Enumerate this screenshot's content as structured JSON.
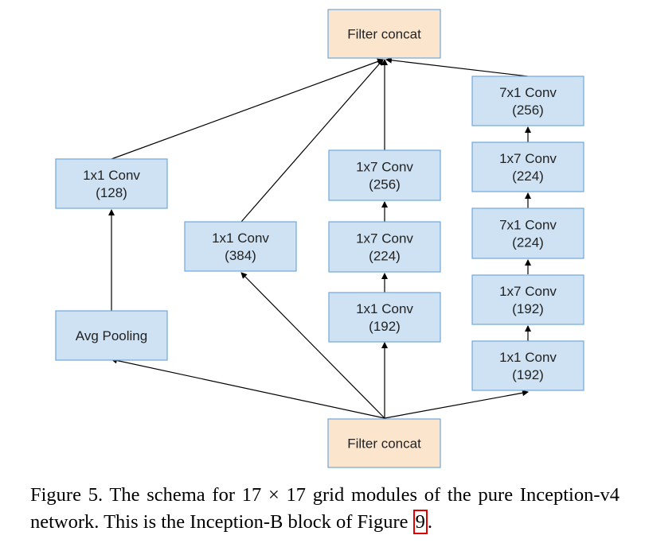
{
  "nodes": {
    "top_concat": [
      "Filter concat"
    ],
    "bottom_concat": [
      "Filter concat"
    ],
    "avg_pooling": [
      "Avg Pooling"
    ],
    "b1_conv": [
      "1x1 Conv",
      "(128)"
    ],
    "b2_conv": [
      "1x1 Conv",
      "(384)"
    ],
    "b3_conv1": [
      "1x1 Conv",
      "(192)"
    ],
    "b3_conv2": [
      "1x7 Conv",
      "(224)"
    ],
    "b3_conv3": [
      "1x7 Conv",
      "(256)"
    ],
    "b4_conv1": [
      "1x1 Conv",
      "(192)"
    ],
    "b4_conv2": [
      "1x7 Conv",
      "(192)"
    ],
    "b4_conv3": [
      "7x1 Conv",
      "(224)"
    ],
    "b4_conv4": [
      "1x7 Conv",
      "(224)"
    ],
    "b4_conv5": [
      "7x1 Conv",
      "(256)"
    ]
  },
  "caption": {
    "text": "Figure 5. The schema for 17 × 17 grid modules of the pure Inception-v4 network. This is the Inception-B block of Figure ",
    "ref": "9",
    "end": "."
  }
}
